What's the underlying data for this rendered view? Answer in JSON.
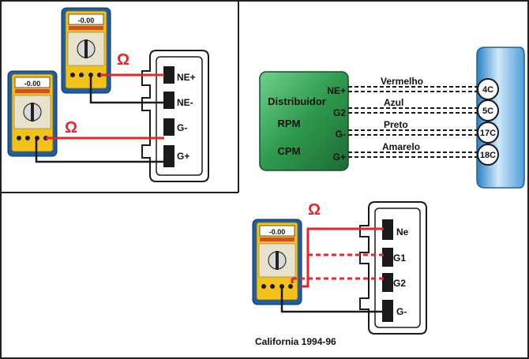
{
  "omega_symbol": "Ω",
  "meter_display": "-0.00",
  "connector_left": {
    "pins": [
      "NE+",
      "NE-",
      "G-",
      "G+"
    ]
  },
  "distributor": {
    "lines": [
      "Distribuidor",
      "RPM",
      "CPM"
    ],
    "pins": [
      "NE+",
      "G2",
      "G-",
      "G+"
    ]
  },
  "wires": [
    {
      "color_name": "Vermelho",
      "ecu_pin": "4C"
    },
    {
      "color_name": "Azul",
      "ecu_pin": "5C"
    },
    {
      "color_name": "Preto",
      "ecu_pin": "17C"
    },
    {
      "color_name": "Amarelo",
      "ecu_pin": "18C"
    }
  ],
  "connector_bottom": {
    "pins": [
      "Ne",
      "G1",
      "G2",
      "G-"
    ]
  },
  "caption": "California 1994-96",
  "colors": {
    "wire_red": "#e8242a",
    "wire_black": "#1a1a1a",
    "distributor_green": "#2e9a4e",
    "ecu_blue": "#5aaee0",
    "meter_case": "#1d5fa6",
    "meter_yellow": "#f2c21a"
  }
}
